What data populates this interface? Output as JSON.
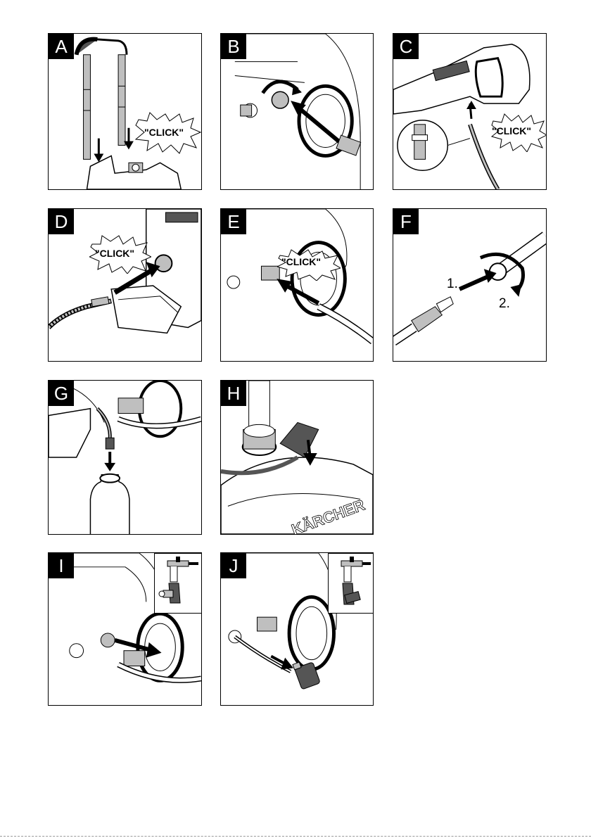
{
  "panels": {
    "A": {
      "letter": "A",
      "callout": "\"CLICK\""
    },
    "B": {
      "letter": "B"
    },
    "C": {
      "letter": "C",
      "callout": "\"CLICK\""
    },
    "D": {
      "letter": "D",
      "callout": "\"CLICK\""
    },
    "E": {
      "letter": "E",
      "callout": "\"CLICK\""
    },
    "F": {
      "letter": "F",
      "step1": "1.",
      "step2": "2."
    },
    "G": {
      "letter": "G"
    },
    "H": {
      "letter": "H"
    },
    "I": {
      "letter": "I"
    },
    "J": {
      "letter": "J"
    }
  },
  "branding": {
    "logo_text": "KÄRCHER"
  },
  "colors": {
    "ink": "#000000",
    "paper": "#ffffff",
    "shade": "#bfbfbf",
    "dark": "#555555"
  }
}
